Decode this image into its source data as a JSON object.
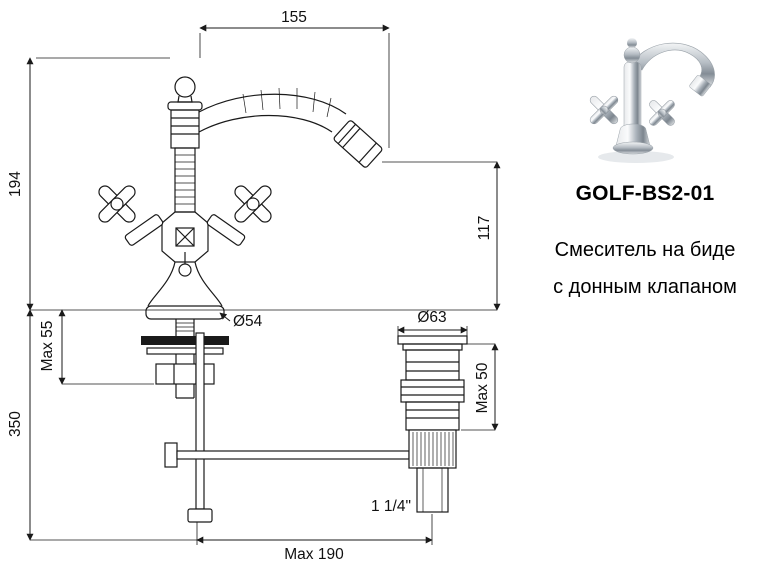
{
  "page": {
    "background": "#ffffff",
    "line_color": "#1a1a1a",
    "text_color": "#000000"
  },
  "product": {
    "code": "GOLF-BS2-01",
    "description_line1": "Смеситель на биде",
    "description_line2": "с донным клапаном",
    "photo_icon": "chrome-bidet-faucet-photo"
  },
  "dimensions": {
    "spout_reach": "155",
    "spout_height": "194",
    "outlet_height": "117",
    "base_diameter": "Ø54",
    "deck_thickness_max": "Max 55",
    "under_counter_height": "350",
    "flange_diameter": "Ø63",
    "drain_body_max": "Max 50",
    "drain_thread": "1 1/4\"",
    "projection_max": "Max 190"
  }
}
